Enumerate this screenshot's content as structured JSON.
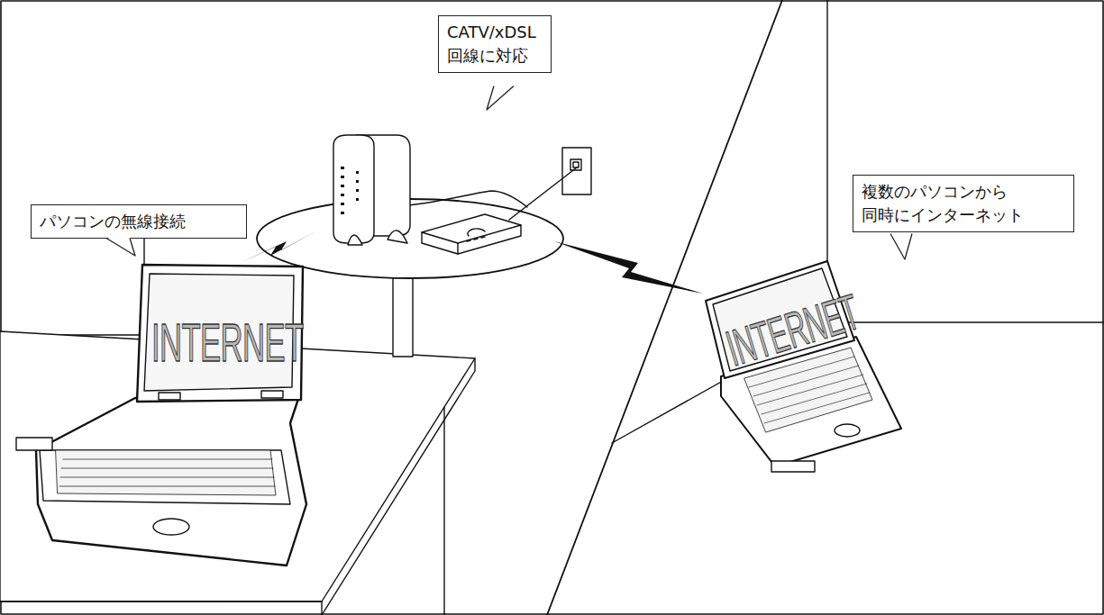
{
  "diagram": {
    "nodes": [
      {
        "text": [
          "CATV/xDSL 回線に対応"
        ]
      },
      {
        "text": [
          "パソコンの無線接続"
        ]
      },
      {
        "text": [
          "複数のパソコンから 同時にインターネット"
        ]
      }
    ],
    "labels": [
      "INTERNET",
      "INTERNET"
    ]
  }
}
